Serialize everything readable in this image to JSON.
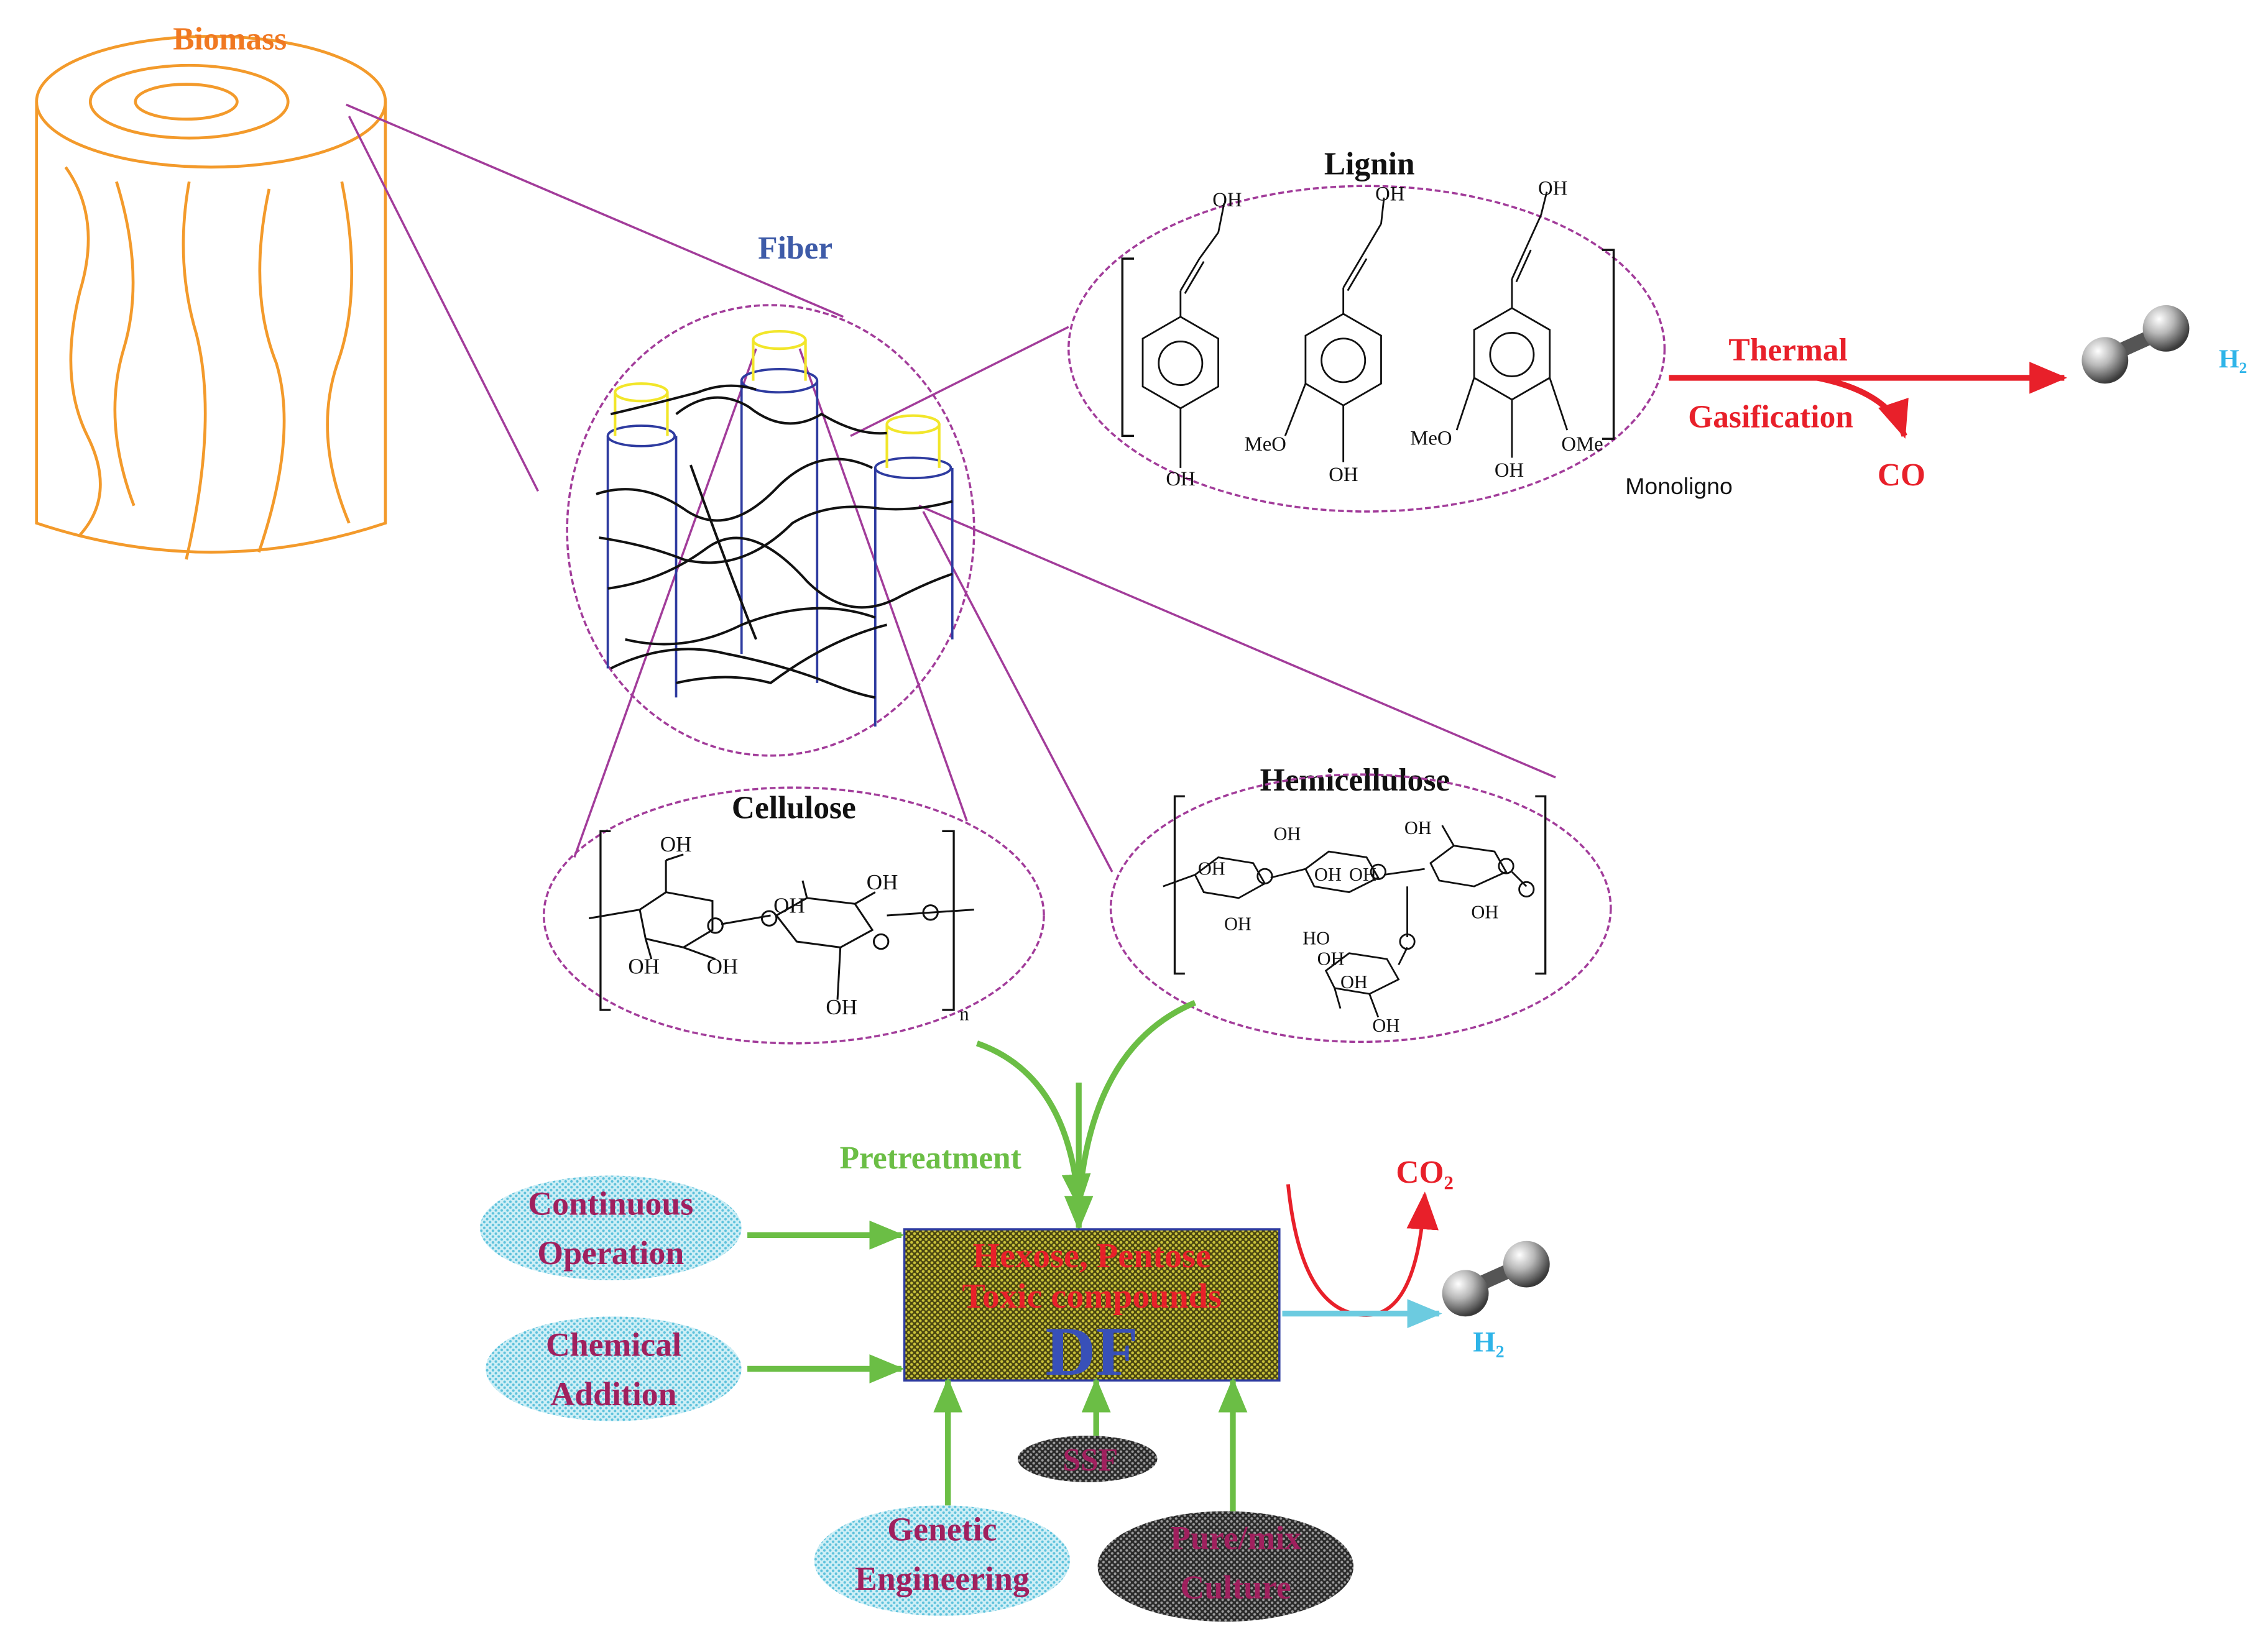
{
  "labels": {
    "biomass": "Biomass",
    "fiber": "Fiber",
    "lignin": "Lignin",
    "cellulose": "Cellulose",
    "hemicellulose": "Hemicellulose",
    "monoligno": "Monoligno",
    "thermal": "Thermal",
    "gasification": "Gasification",
    "co": "CO",
    "h2_top": "H₂",
    "pretreatment": "Pretreatment",
    "co2": "CO₂",
    "h2_bottom": "H₂"
  },
  "df_box": {
    "line1": "Hexose, Pentose",
    "line2": "Toxic compounds",
    "core": "DF"
  },
  "ovals": {
    "continuous": [
      "Continuous",
      "Operation"
    ],
    "chemical": [
      "Chemical",
      "Addition"
    ],
    "genetic": [
      "Genetic",
      "Engineering"
    ],
    "ssf": "SSF",
    "culture": [
      "Pure/mix",
      "Culture"
    ]
  },
  "chem_labels": {
    "oh": "OH",
    "meo": "MeO",
    "ome": "OMe",
    "ho": "HO",
    "n": "n"
  },
  "colors": {
    "biomass": "#F39A2B",
    "biomass_text": "#F07822",
    "fiber_text": "#3E5BA8",
    "magenta_line": "#A23C9A",
    "fiber_blue": "#2E3BA0",
    "fiber_yellow": "#F2E62A",
    "thermal_red": "#E8202A",
    "h2_blue": "#2EB4E8",
    "arrow_green": "#6BBE45",
    "pretreat_text": "#6BBE45",
    "oval_text": "#A0205E",
    "oval_fill": "#A8E0EE",
    "dark_oval_fill": "#3A3A3A",
    "df_fill": "#8A8520",
    "df_text_red": "#E8202A",
    "df_core_blue": "#3850B8",
    "h2_arrow": "#6CCBE0"
  }
}
